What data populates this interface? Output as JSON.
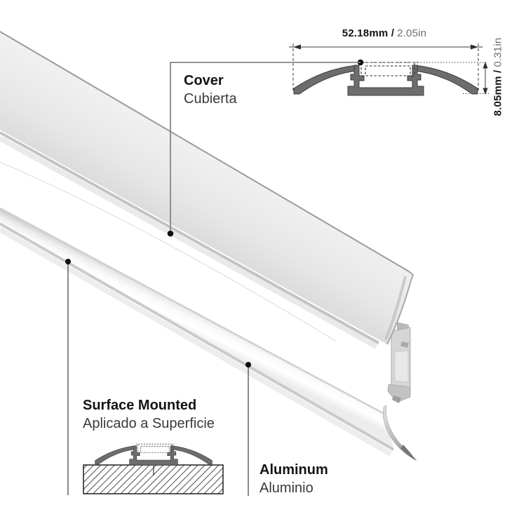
{
  "figure_title": "Surface mounted aluminum LED profile illustration",
  "dimensions": {
    "width_metric": "52.18mm /",
    "width_imperial": "2.05in",
    "height_metric": "8.05mm /",
    "height_imperial": "0.31in"
  },
  "callouts": {
    "cover": {
      "title": "Cover",
      "subtitle": "Cubierta"
    },
    "surface_mounted": {
      "title": "Surface Mounted",
      "subtitle": "Aplicado a Superficie"
    },
    "aluminum": {
      "title": "Aluminum",
      "subtitle": "Aluminio"
    }
  },
  "colors": {
    "background": "#ffffff",
    "profile_section_fill": "#6d6d6d",
    "profile_section_outline": "#3c3c3c",
    "dashed_cover_outline": "#2b2b2b",
    "dimension_lines": "#3a3a3a",
    "cover_leader_line": "#868686",
    "callout_leader_line": "#4a4a4a",
    "anchor_dot": "#0d0d0d",
    "cover_band_light": "#f0f0f0",
    "cover_band_dark": "#d9d9d9",
    "aluminum_band_light": "#ffffff",
    "aluminum_band_dark": "#c9c9c9",
    "text_primary": "#141414",
    "text_secondary": "#3a3a3a",
    "dim_text_light": "#6e6e6e"
  }
}
